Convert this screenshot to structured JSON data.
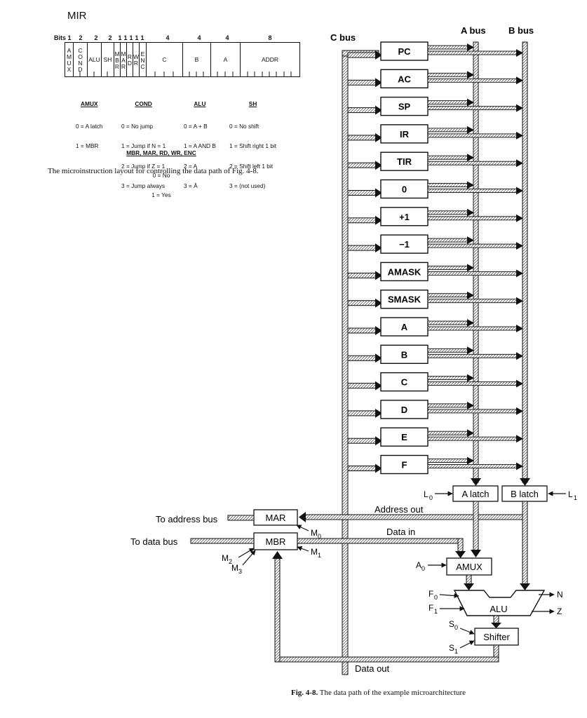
{
  "mir": {
    "title": "MIR",
    "bits_label": "Bits",
    "bit_widths": [
      "1",
      "2",
      "2",
      "2",
      "1",
      "1",
      "1",
      "1",
      "1",
      "4",
      "4",
      "4",
      "8"
    ],
    "fields": [
      "AMUX",
      "COND",
      "ALU",
      "SH",
      "MBR",
      "MAR",
      "RD",
      "WR",
      "ENC",
      "C",
      "B",
      "A",
      "ADDR"
    ]
  },
  "legends": {
    "amux": {
      "title": "AMUX",
      "lines": [
        "0 = A latch",
        "1 = MBR"
      ]
    },
    "cond": {
      "title": "COND",
      "lines": [
        "0 = No jump",
        "1 = Jump if N = 1",
        "2 = Jump if Z = 1",
        "3 = Jump always"
      ]
    },
    "alu": {
      "title": "ALU",
      "lines": [
        "0 = A + B",
        "1 = A AND B",
        "2 = A",
        "3 = Ā"
      ]
    },
    "sh": {
      "title": "SH",
      "lines": [
        "0 = No shift",
        "1 = Shift right 1 bit",
        "2 = Shift left 1 bit",
        "3 = (not used)"
      ]
    },
    "ctrl": {
      "title": "MBR, MAR, RD, WR, ENC",
      "lines": [
        "0 = No",
        "1 = Yes"
      ]
    }
  },
  "mir_caption": "The microinstruction layout for controlling the data path of Fig. 4-8.",
  "buses": {
    "c": "C bus",
    "a": "A bus",
    "b": "B bus"
  },
  "registers": [
    "PC",
    "AC",
    "SP",
    "IR",
    "TIR",
    "0",
    "+1",
    "−1",
    "AMASK",
    "SMASK",
    "A",
    "B",
    "C",
    "D",
    "E",
    "F"
  ],
  "blocks": {
    "a_latch": "A latch",
    "b_latch": "B latch",
    "mar": "MAR",
    "mbr": "MBR",
    "amux": "AMUX",
    "alu": "ALU",
    "shifter": "Shifter"
  },
  "signals": {
    "l0": "L",
    "l0_sub": "0",
    "l1": "L",
    "l1_sub": "1",
    "m0": "M",
    "m0_sub": "0",
    "m1": "M",
    "m1_sub": "1",
    "m2": "M",
    "m2_sub": "2",
    "m3": "M",
    "m3_sub": "3",
    "a0": "A",
    "a0_sub": "0",
    "f0": "F",
    "f0_sub": "0",
    "f1": "F",
    "f1_sub": "1",
    "s0": "S",
    "s0_sub": "0",
    "s1": "S",
    "s1_sub": "1",
    "n": "N",
    "z": "Z"
  },
  "paths": {
    "to_address_bus": "To address bus",
    "to_data_bus": "To data bus",
    "address_out": "Address out",
    "data_in": "Data in",
    "data_out": "Data out"
  },
  "figure_caption": {
    "label": "Fig. 4-8.",
    "text": " The data path of the example microarchitecture"
  }
}
